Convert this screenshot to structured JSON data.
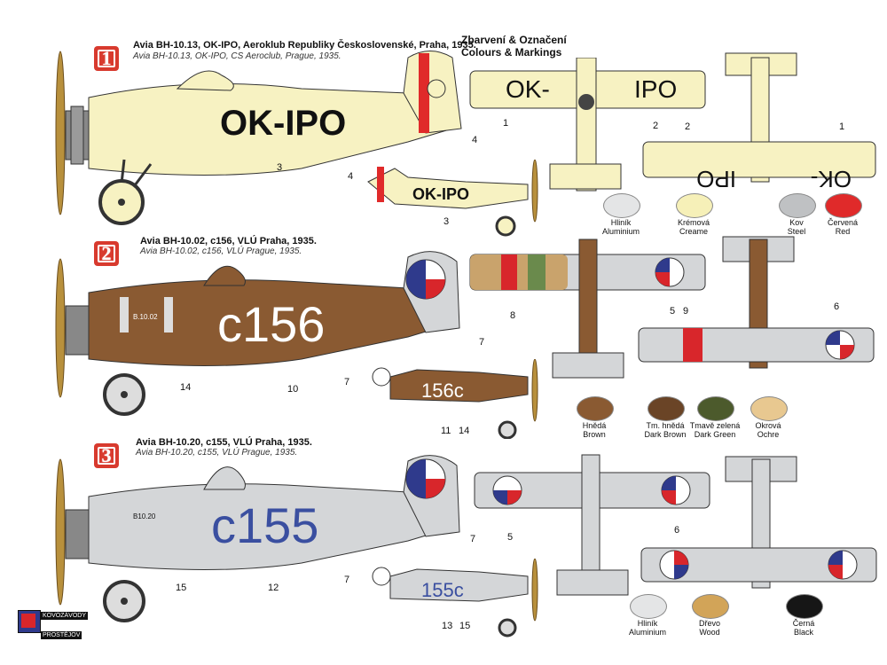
{
  "header": {
    "colours_cz": "Zbarvení & Označení",
    "colours_en": "Colours & Markings"
  },
  "aircraft": [
    {
      "number": "1",
      "title_cz": "Avia BH-10.13, OK-IPO, Aeroklub Republiky Československé, Praha, 1935.",
      "title_en": "Avia BH-10.13, OK-IPO, CS Aeroclub, Prague, 1935.",
      "registration": "OK-IPO",
      "registration_wing_left": "OK-",
      "registration_wing_right": "IPO",
      "registration_lower_left": "IPO",
      "registration_lower_right": "OK-",
      "fuselage_color": "#f7f2c2"
    },
    {
      "number": "2",
      "title_cz": "Avia BH-10.02, c156, VLÚ Praha, 1935.",
      "title_en": "Avia BH-10.02, c156, VLÚ Prague, 1935.",
      "code": "c156",
      "code_small": "156c",
      "stencil": "B.10.02",
      "fuselage_color": "#8a5a32"
    },
    {
      "number": "3",
      "title_cz": "Avia BH-10.20, c155, VLÚ Praha, 1935.",
      "title_en": "Avia BH-10.20, c155, VLÚ Prague, 1935.",
      "code": "c155",
      "code_small": "155c",
      "stencil": "B10.20",
      "fuselage_color": "#d4d6d8",
      "code_color": "#3a4fa0"
    }
  ],
  "callouts": {
    "c1a": "1",
    "c1b": "1",
    "c2a": "2",
    "c2b": "2",
    "c3a": "3",
    "c3b": "3",
    "c4a": "4",
    "c4b": "4",
    "c5a": "5",
    "c5b": "5",
    "c6a": "6",
    "c6b": "6",
    "c7a": "7",
    "c7b": "7",
    "c7c": "7",
    "c7d": "7",
    "c8": "8",
    "c9": "9",
    "c10": "10",
    "c11": "11",
    "c12": "12",
    "c13": "13",
    "c14a": "14",
    "c14b": "14",
    "c15a": "15",
    "c15b": "15"
  },
  "swatches_1": [
    {
      "cz": "Hliník",
      "en": "Aluminium",
      "color": "#e4e5e6"
    },
    {
      "cz": "Krémová",
      "en": "Creame",
      "color": "#f6f0b8"
    },
    {
      "cz": "Kov",
      "en": "Steel",
      "color": "#bfc1c3"
    },
    {
      "cz": "Červená",
      "en": "Red",
      "color": "#e02a2a"
    }
  ],
  "swatches_2": [
    {
      "cz": "Hnědá",
      "en": "Brown",
      "color": "#8a5a32"
    },
    {
      "cz": "Tm. hnědá",
      "en": "Dark Brown",
      "color": "#6a4426"
    },
    {
      "cz": "Tmavě zelená",
      "en": "Dark Green",
      "color": "#4c5a2c"
    },
    {
      "cz": "Okrová",
      "en": "Ochre",
      "color": "#e8c890"
    }
  ],
  "swatches_3": [
    {
      "cz": "Hliník",
      "en": "Aluminium",
      "color": "#e4e5e6"
    },
    {
      "cz": "Dřevo",
      "en": "Wood",
      "color": "#d2a458"
    },
    {
      "cz": "Černá",
      "en": "Black",
      "color": "#161616"
    }
  ],
  "logo": {
    "top": "KOVOZÁVODY",
    "bottom": "PROSTĚJOV"
  },
  "colors": {
    "roundel_red": "#d8262b",
    "roundel_blue": "#2f3a8c",
    "badge": "#d83a2e"
  }
}
